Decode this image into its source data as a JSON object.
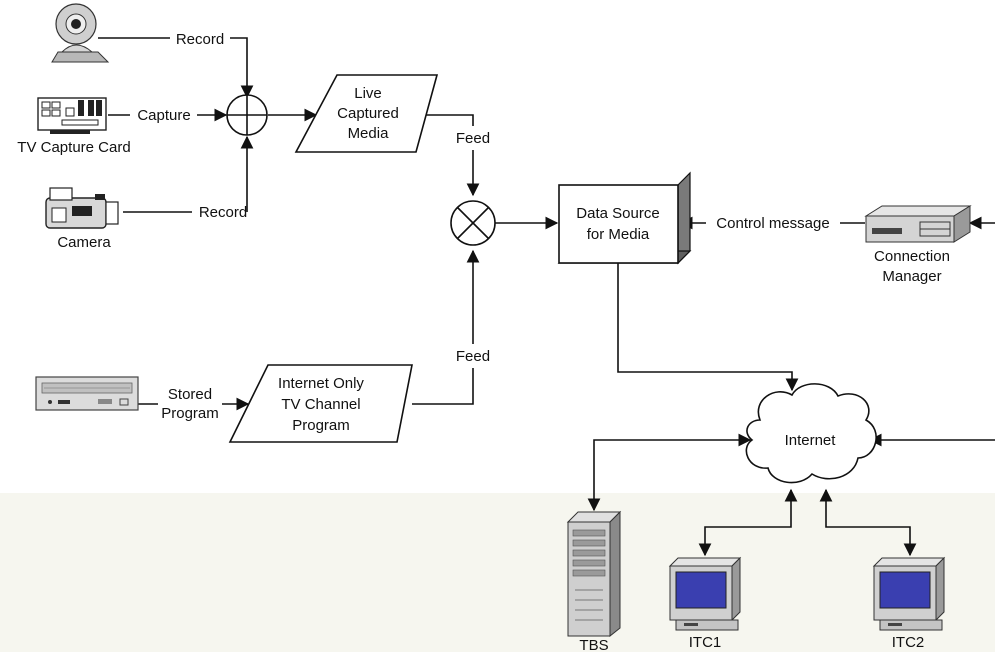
{
  "nodes": {
    "tv_capture_card": "TV Capture Card",
    "camera": "Camera",
    "live_media": [
      "Live",
      "Captured",
      "Media"
    ],
    "internet_only": [
      "Internet Only",
      "TV Channel",
      "Program"
    ],
    "data_source": [
      "Data Source",
      "for Media"
    ],
    "connection_manager": [
      "Connection",
      "Manager"
    ],
    "internet": "Internet",
    "tbs": "TBS",
    "itc1": "ITC1",
    "itc2": "ITC2"
  },
  "edges": {
    "record_webcam": "Record",
    "capture": "Capture",
    "record_camera": "Record",
    "feed_live": "Feed",
    "feed_program": "Feed",
    "stored_program": [
      "Stored",
      "Program"
    ],
    "control_message": "Control message"
  },
  "colors": {
    "lower_background": "#f6f6ef",
    "line": "#111111",
    "device_gray": "#c8c8c8",
    "screen_blue": "#3a3fb0"
  },
  "icons": [
    "webcam-icon",
    "capture-card-icon",
    "camcorder-icon",
    "dvd-drive-icon",
    "server-icon",
    "network-device-icon",
    "cloud-icon",
    "computer-icon"
  ]
}
